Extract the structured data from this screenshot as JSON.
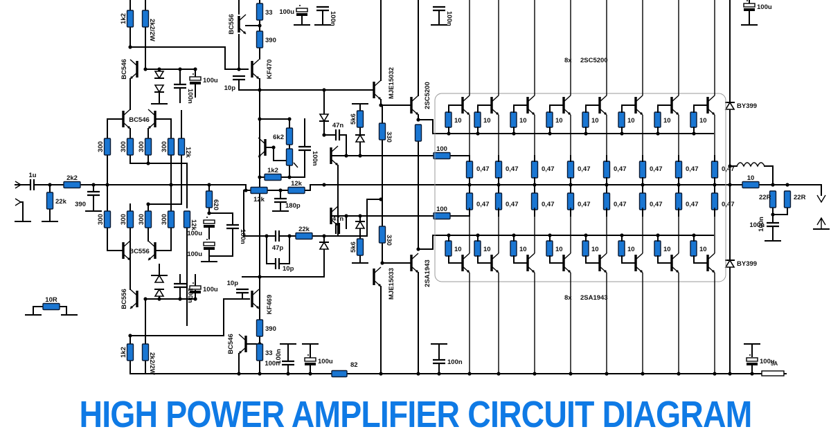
{
  "title": "HIGH POWER AMPLIFIER CIRCUIT DIAGRAM",
  "colors": {
    "title": "#0f7ae5",
    "resistor_fill": "#1a76d2",
    "wire": "#000000"
  },
  "input_stage": {
    "input_cap": "1u",
    "series_resistor": "2k2",
    "shunt_resistor": "22k",
    "filter_cap": "390",
    "emitter_resistors": [
      "300",
      "300",
      "300",
      "300",
      "300",
      "300",
      "300",
      "300"
    ],
    "bias_resistors": [
      "12k",
      "12k"
    ],
    "feedback_resistor": "620",
    "feedback_caps": [
      "100u",
      "100u",
      "100n"
    ],
    "diff_pair_npn": "BC546",
    "diff_pair_pnp": "BC556"
  },
  "current_sources": {
    "top": {
      "transistor": "BC546",
      "resistors": [
        "1k2",
        "2k2/2W"
      ],
      "caps": [
        "100n",
        "100u"
      ]
    },
    "bottom": {
      "transistor": "BC556",
      "resistors": [
        "1k2",
        "2k2/2W"
      ],
      "caps": [
        "100n",
        "100u"
      ]
    },
    "standalone": "10R"
  },
  "vas": {
    "top": {
      "driver": "BC556",
      "transistor": "KF470",
      "resistors": [
        "33",
        "390"
      ],
      "comp_cap": "10p"
    },
    "bottom": {
      "driver": "BC546",
      "transistor": "KF469",
      "resistors": [
        "390",
        "33"
      ],
      "comp_cap": "10p"
    }
  },
  "bias": {
    "resistors": [
      "6k2",
      "1k2"
    ],
    "cap": "100n",
    "divider": [
      "12k",
      "12k"
    ],
    "divider_cap": "180p",
    "comp": {
      "caps": [
        "47p",
        "10p"
      ],
      "resistor": "22k"
    }
  },
  "drivers": {
    "caps": [
      "47n",
      "47n"
    ],
    "resistors": [
      "5k6",
      "5k6",
      "330",
      "330"
    ],
    "top_predriver": "MJE15032",
    "bottom_predriver": "MJE15033",
    "top_driver": "2SC5200",
    "bottom_driver": "2SA1943",
    "gate_resistors": [
      "100",
      "100"
    ]
  },
  "output_stage": {
    "top_label_count": "8x",
    "top_label_part": "2SC5200",
    "bottom_label_count": "8x",
    "bottom_label_part": "2SA1943",
    "base_resistor": "10",
    "emitter_resistor": "0,47",
    "count": 8
  },
  "output_network": {
    "protection_diodes": [
      "BY399",
      "BY399"
    ],
    "inductor_resistor": "10",
    "zobel_resistors": [
      "22R",
      "22R"
    ],
    "zobel_cap": "100n"
  },
  "supply": {
    "top_caps": [
      "100u",
      "100n",
      "100n",
      "100u"
    ],
    "bottom_caps": [
      "100n",
      "100u",
      "100n",
      "100u"
    ],
    "bottom_resistor": "82",
    "fuse": "5A"
  }
}
